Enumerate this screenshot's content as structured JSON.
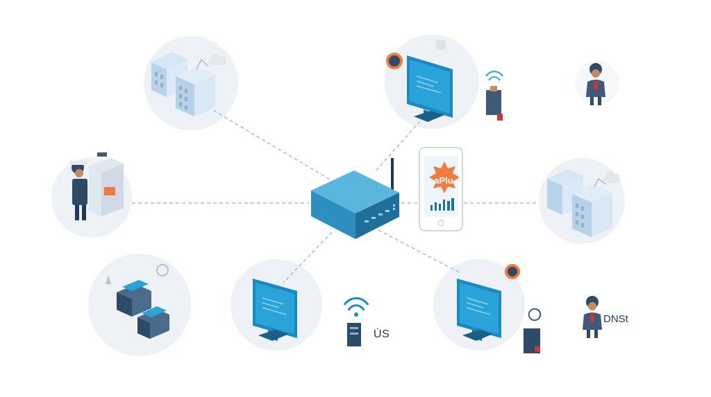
{
  "labels": {
    "phone_badge": "aPlu",
    "server_label": "U̇S",
    "person_label": "DNSt"
  },
  "colors": {
    "router_top": "#5ab6dc",
    "router_side": "#2d8fbf",
    "router_front": "#1f6f9a",
    "circle_fill": "#eef1f5",
    "connector": "#8fb7cf",
    "monitor": "#1a8ac2",
    "monitor_screen": "#2aa4d8",
    "building": "#c9dff0",
    "accent_orange": "#f07b3c",
    "person_suit": "#3e5a78"
  },
  "nodes": [
    {
      "id": "buildings-top-left",
      "icon": "office-buildings-icon"
    },
    {
      "id": "monitor-top",
      "icon": "desktop-monitor-icon"
    },
    {
      "id": "person-top-right",
      "icon": "user-person-icon"
    },
    {
      "id": "worker-left",
      "icon": "technician-machine-icon"
    },
    {
      "id": "router-center",
      "icon": "network-router-icon"
    },
    {
      "id": "smartphone",
      "icon": "smartphone-icon"
    },
    {
      "id": "buildings-right",
      "icon": "office-buildings-icon"
    },
    {
      "id": "printers-bottom-left",
      "icon": "printer-stack-icon"
    },
    {
      "id": "monitor-bottom-center",
      "icon": "desktop-monitor-icon"
    },
    {
      "id": "server-wifi",
      "icon": "wifi-server-icon"
    },
    {
      "id": "monitor-bottom-right",
      "icon": "desktop-monitor-icon"
    },
    {
      "id": "person-bottom-right",
      "icon": "user-person-icon"
    }
  ]
}
